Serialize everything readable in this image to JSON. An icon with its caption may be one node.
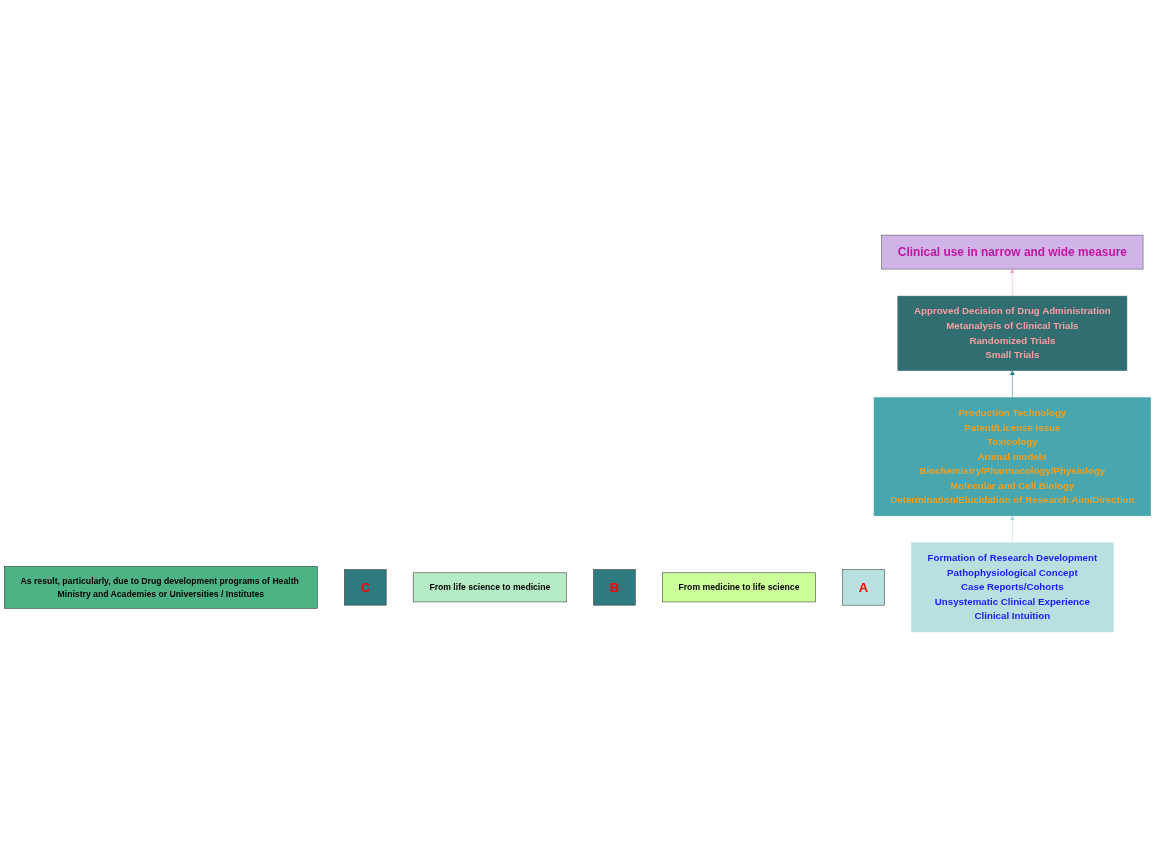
{
  "diagram": {
    "nodes": [
      {
        "text": [
          "Clinical use in narrow and wide measure"
        ]
      },
      {
        "text": [
          "As result, particularly, due to Drug development programs of Health Ministry and Academies or Universities / Institutes"
        ]
      },
      {
        "text": [
          "C"
        ]
      },
      {
        "text": [
          "Approved Decision of Drug Administration",
          "Metanalysis of Clinical Trials",
          "Randomized Trials",
          "Small Trials"
        ]
      },
      {
        "text": [
          "From life science to medicine"
        ]
      },
      {
        "text": [
          "B"
        ]
      },
      {
        "text": [
          "Production Technology",
          "Patent/License Issue",
          "Toxicology",
          "Animal models",
          "Biochemistry/Pharmacology/Physiology",
          "Molecular and Cell Biology",
          "Determination/Elucidation of Research Aim/Direction"
        ]
      },
      {
        "text": [
          "From medicine to life science"
        ]
      },
      {
        "text": [
          "A"
        ]
      },
      {
        "text": [
          "Formation of Research Development",
          "Pathophysiological Concept",
          "Case Reports/Cohorts",
          "Unsystematic Clinical Experience",
          "Clinical Intuition"
        ]
      }
    ],
    "edges": [
      {
        "from": 3,
        "to": 0,
        "arrow": "to",
        "color": "#f0a8d8"
      },
      {
        "from": 6,
        "to": 3,
        "arrow": "to",
        "color": "#26808a"
      },
      {
        "from": 9,
        "to": 6,
        "arrow": "to",
        "color": "#a8d8dc"
      }
    ]
  }
}
